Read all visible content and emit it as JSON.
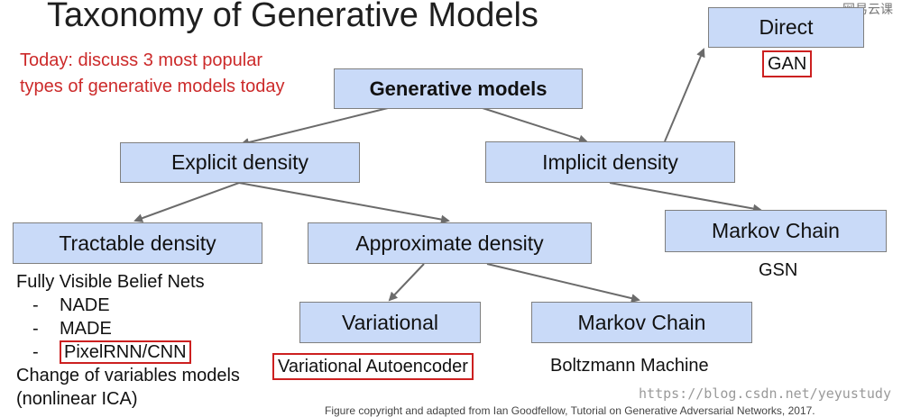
{
  "title": "Taxonomy of Generative Models",
  "note": "Today: discuss 3 most popular types of generative models today",
  "nodes": {
    "root": "Generative models",
    "explicit": "Explicit density",
    "implicit": "Implicit density",
    "direct": "Direct",
    "tractable": "Tractable density",
    "approximate": "Approximate density",
    "markov_implicit": "Markov Chain",
    "variational": "Variational",
    "markov_approx": "Markov Chain"
  },
  "labels": {
    "gan": "GAN",
    "gsn": "GSN",
    "vae": "Variational Autoencoder",
    "boltzmann": "Boltzmann Machine"
  },
  "tractable_list": {
    "heading": "Fully Visible Belief Nets",
    "items": [
      {
        "bullet": "-",
        "text": "NADE",
        "highlighted": false
      },
      {
        "bullet": "-",
        "text": "MADE",
        "highlighted": false
      },
      {
        "bullet": "-",
        "text": "PixelRNN/CNN",
        "highlighted": true
      }
    ],
    "extra_line1": "Change of variables models",
    "extra_line2": "(nonlinear ICA)"
  },
  "watermark": "https://blog.csdn.net/yeyustudy",
  "caption_cut": "Figure copyright and adapted from Ian Goodfellow, Tutorial on Generative Adversarial Networks, 2017.",
  "corner_mark": "网易云课",
  "colors": {
    "node_fill": "#c9daf8",
    "highlight": "#cc2020",
    "note": "#cc2a2a",
    "edge": "#6b6b6b"
  }
}
